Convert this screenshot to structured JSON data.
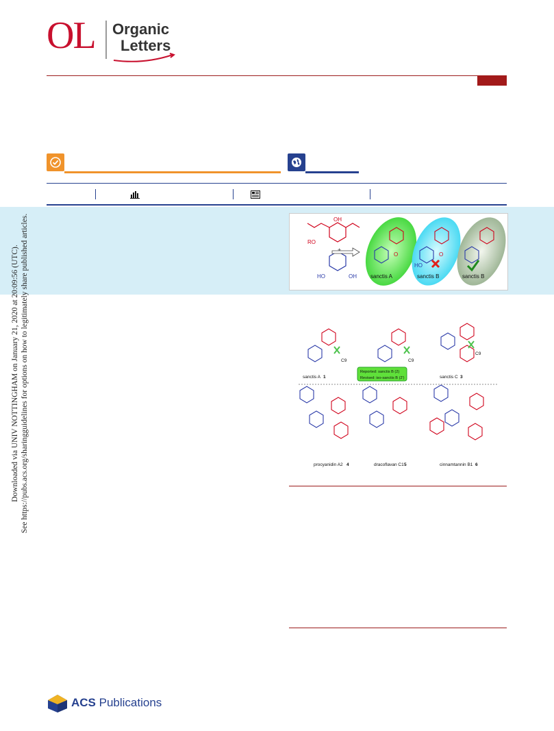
{
  "header": {
    "journal_logo_letters": "OL",
    "journal_word1": "Organic",
    "journal_word2": "Letters"
  },
  "colors": {
    "brand_red": "#c8102e",
    "accent_orange": "#f0932b",
    "accent_blue": "#26418f",
    "abstract_band": "#d6eef7"
  },
  "icons": {
    "badge_left": "check-circle-icon",
    "badge_right": "globe-icon",
    "metric_1": "bar-chart-icon",
    "metric_2": "article-icon"
  },
  "side_notice": {
    "line1": "Downloaded via UNIV NOTTINGHAM on January 21, 2020 at 20:09:56 (UTC).",
    "line2": "See https://pubs.acs.org/sharingguidelines for options on how to legitimately share published articles."
  },
  "toc_graphic": {
    "labels": [
      "sanctis A",
      "sanctis B",
      "sanctis B"
    ],
    "atoms": [
      "OH",
      "HO",
      "RO",
      "O",
      "O",
      "HO",
      "OH",
      "+"
    ]
  },
  "figure1": {
    "compounds": [
      {
        "name": "sanctis A",
        "number": "1"
      },
      {
        "name": "sanctis C",
        "number": "3"
      },
      {
        "name": "procyanidin A2",
        "number": "4"
      },
      {
        "name": "dracoflavan C1",
        "number": "5"
      },
      {
        "name": "cinnamtannin B1",
        "number": "6"
      }
    ],
    "callout_line1": "Reported: sanctis B (2)",
    "callout_line2": "Revised: iso-sanctis B (2')",
    "c9_label": "C9"
  },
  "footer": {
    "publisher_bold": "ACS",
    "publisher_rest": " Publications"
  }
}
